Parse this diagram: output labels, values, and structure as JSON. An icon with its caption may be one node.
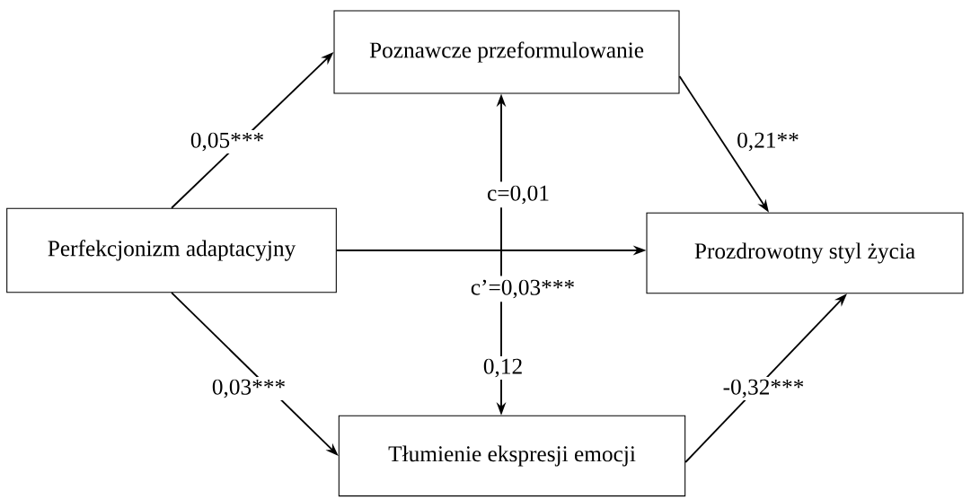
{
  "diagram": {
    "nodes": [
      {
        "text": [
          "Poznawcze przeformulowanie"
        ]
      },
      {
        "text": [
          "Perfekcjonizm adaptacyjny"
        ]
      },
      {
        "text": [
          "Prozdrowotny styl życia"
        ]
      },
      {
        "text": [
          "Tłumienie ekspresji emocji"
        ]
      }
    ],
    "edges": [
      {
        "from": 1,
        "to": 0,
        "arrow": "to",
        "label": "0,05***"
      },
      {
        "from": 0,
        "to": 2,
        "arrow": "to",
        "label": "0,21**"
      },
      {
        "from": 1,
        "to": 2,
        "arrow": "to"
      },
      {
        "from": 3,
        "to": 0,
        "arrow": "both",
        "label": "0,12"
      },
      {
        "from": 1,
        "to": 3,
        "arrow": "to",
        "label": "0,03***"
      },
      {
        "from": 3,
        "to": 2,
        "arrow": "to",
        "label": "-0,32***"
      }
    ],
    "labels": [
      "c=0,01",
      "c’=0,03***"
    ]
  }
}
